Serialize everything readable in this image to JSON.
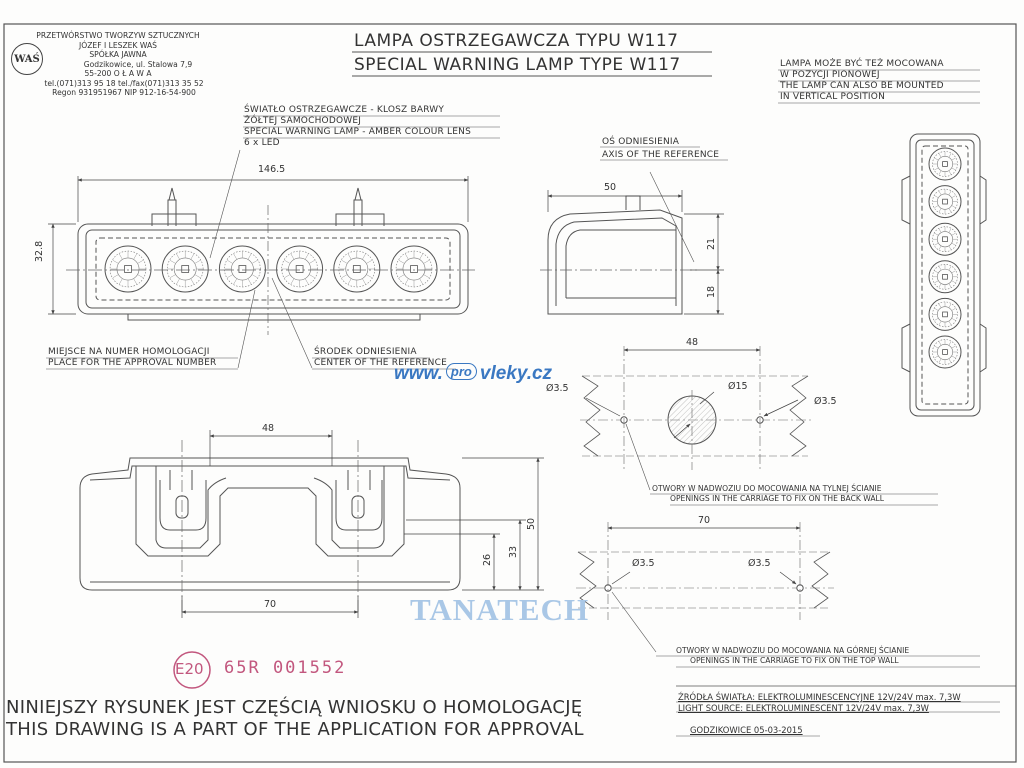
{
  "company": {
    "logo_text": "WAŚ",
    "lines": [
      "PRZETWÓRSTWO TWORZYW SZTUCZNYCH",
      "JÓZEF I LESZEK WAŚ",
      "SPÓŁKA JAWNA",
      "Godzikowice, ul. Stalowa 7,9",
      "55-200 O Ł A W A",
      "tel.(071)313 95 18 tel./fax(071)313 35 52",
      "Regon 931951967 NIP 912-16-54-900"
    ]
  },
  "title": {
    "pl": "LAMPA OSTRZEGAWCZA TYPU W117",
    "en": "SPECIAL WARNING LAMP TYPE W117"
  },
  "vertical_note": [
    "LAMPA MOŻE BYĆ TEŻ MOCOWANA",
    "W POZYCJI PIONOWEJ",
    "THE LAMP CAN ALSO BE MOUNTED",
    "IN VERTICAL POSITION"
  ],
  "lens_label": [
    "ŚWIATŁO OSTRZEGAWCZE - KLOSZ BARWY",
    "ŻÓŁTEJ SAMOCHODOWEJ",
    "SPECIAL WARNING LAMP - AMBER COLOUR LENS",
    "6 x LED"
  ],
  "axis_label": [
    "OŚ ODNIESIENIA",
    "AXIS OF THE REFERENCE"
  ],
  "approval_label": [
    "MIEJSCE NA NUMER HOMOLOGACJI",
    "PLACE FOR THE APPROVAL NUMBER"
  ],
  "center_label": [
    "ŚRODEK ODNIESIENIA",
    "CENTER OF THE REFERENCE"
  ],
  "dimensions": {
    "front_width": "146.5",
    "front_height": "32.8",
    "side_width": "50",
    "side_upper": "21",
    "side_lower": "18",
    "back_top": "48",
    "back_bottom": "70",
    "back_h1": "26",
    "back_h2": "33",
    "back_h3": "50",
    "holes1_width": "48",
    "holes1_big": "Ø15",
    "holes1_left": "Ø3.5",
    "holes1_right": "Ø3.5",
    "holes2_width": "70",
    "holes2_left": "Ø3.5",
    "holes2_right": "Ø3.5"
  },
  "back_wall_note": [
    "OTWORY W NADWOZIU DO MOCOWANIA NA TYLNEJ ŚCIANIE",
    "OPENINGS IN THE CARRIAGE TO FIX ON THE BACK WALL"
  ],
  "top_wall_note": [
    "OTWORY W NADWOZIU DO MOCOWANIA NA GÓRNEJ ŚCIANIE",
    "OPENINGS IN THE CARRIAGE TO FIX ON THE TOP WALL"
  ],
  "watermarks": {
    "site_pre": "www.",
    "site_pro": "pro",
    "site_post": "vleky.cz",
    "brand": "TANATECH"
  },
  "approval_mark": {
    "e_mark": "E20",
    "number": "65R  001552"
  },
  "statement": {
    "pl": "NINIEJSZY RYSUNEK JEST CZĘŚCIĄ WNIOSKU O  HOMOLOGACJĘ",
    "en": "THIS DRAWING IS A PART OF THE APPLICATION FOR  APPROVAL"
  },
  "light_source": {
    "pl": "ŹRÓDŁA ŚWIATŁA: ELEKTROLUMINESCENCYJNE   12V/24V  max. 7,3W",
    "en": "LIGHT SOURCE: ELEKTROLUMINESCENT     12V/24V  max. 7,3W"
  },
  "place_date": "GODZIKOWICE   05-03-2015",
  "led_count": 6
}
